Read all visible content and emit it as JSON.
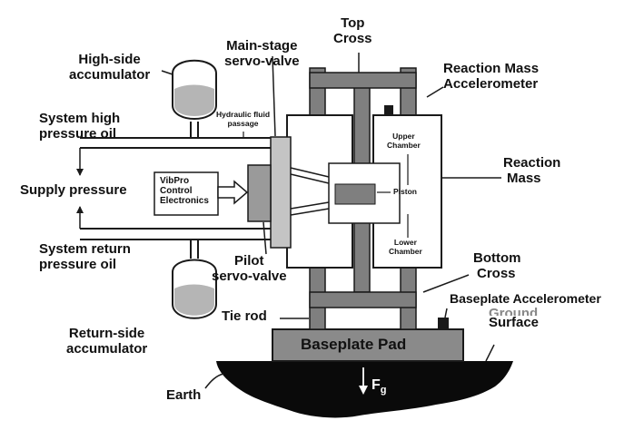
{
  "labels": {
    "top_cross": [
      "Top",
      "Cross"
    ],
    "reaction_mass_accelerometer": [
      "Reaction Mass",
      "Accelerometer"
    ],
    "high_side_accumulator": [
      "High-side",
      "accumulator"
    ],
    "main_stage_servo_valve": [
      "Main-stage",
      "servo-valve"
    ],
    "hydraulic_fluid_passage": [
      "Hydraulic fluid",
      "passage"
    ],
    "system_high_pressure_oil": [
      "System high",
      "pressure oil"
    ],
    "supply_pressure": "Supply pressure",
    "vibpro_control_electronics": [
      "VibPro",
      "Control",
      "Electronics"
    ],
    "upper_chamber": [
      "Upper",
      "Chamber"
    ],
    "piston": "Piston",
    "lower_chamber": [
      "Lower",
      "Chamber"
    ],
    "reaction_mass": [
      "Reaction",
      "Mass"
    ],
    "system_return_pressure_oil": [
      "System return",
      "pressure oil"
    ],
    "pilot_servo_valve": [
      "Pilot",
      "servo-valve"
    ],
    "bottom_cross": [
      "Bottom",
      "Cross"
    ],
    "baseplate_accelerometer": "Baseplate Accelerometer",
    "ground_surface": [
      "Ground",
      "Surface"
    ],
    "tie_rod": "Tie rod",
    "return_side_accumulator": [
      "Return-side",
      "accumulator"
    ],
    "baseplate_pad": "Baseplate Pad",
    "earth": "Earth",
    "force": "F",
    "force_subscript": "g"
  },
  "colors": {
    "frame": "#7f7f7f",
    "frame_dark": "#5a5a5a",
    "valve": "#c4c4c4",
    "baseplate": "#8a8a8a",
    "fluid": "#b5b5b5",
    "earth": "#0a0a0a",
    "line": "#1a1a1a"
  }
}
